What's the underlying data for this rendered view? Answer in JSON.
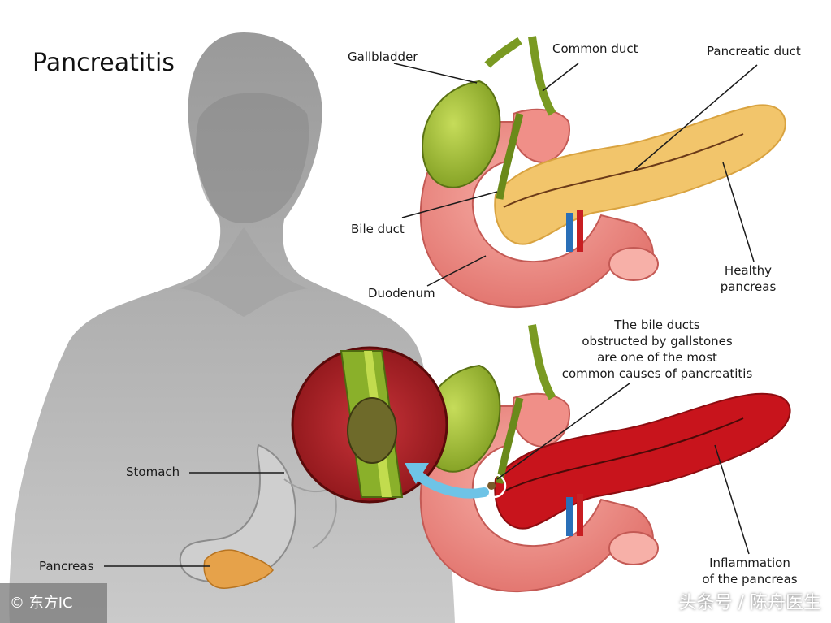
{
  "title": "Pancreatitis",
  "labels": {
    "gallbladder": "Gallbladder",
    "common_duct": "Common duct",
    "pancreatic_duct": "Pancreatic duct",
    "bile_duct": "Bile duct",
    "healthy_pancreas": [
      "Healthy",
      "pancreas"
    ],
    "duodenum": "Duodenum",
    "cause_note": [
      "The bile ducts",
      "obstructed by gallstones",
      "are one of the most",
      "common causes of pancreatitis"
    ],
    "stomach": "Stomach",
    "pancreas": "Pancreas",
    "inflammation": [
      "Inflammation",
      "of the pancreas"
    ]
  },
  "watermarks": {
    "left": "© 东方IC",
    "right": "头条号 / 陈舟医生"
  },
  "colors": {
    "silhouette": "#9a9a9a",
    "duodenum": "#f08f88",
    "gallbladder": "#a8c43a",
    "healthy_pancreas": "#f2c56b",
    "inflamed_pancreas": "#c8141c",
    "arrow": "#6ec3e6"
  }
}
